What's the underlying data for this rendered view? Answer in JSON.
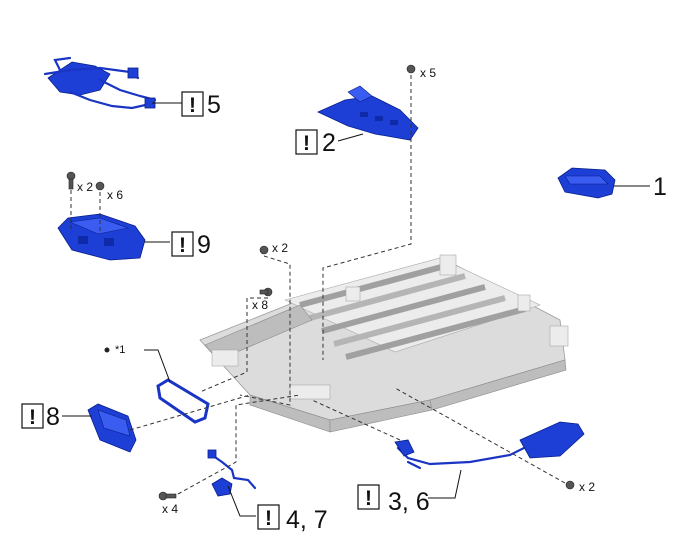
{
  "callouts": {
    "c1": "1",
    "c2": "2",
    "c36": "3, 6",
    "c47": "4, 7",
    "c5": "5",
    "c8": "8",
    "c9": "9"
  },
  "warning_mark": "!",
  "quantities": {
    "q_top_x5": "x 5",
    "q_left_x2": "x 2",
    "q_left_x6": "x 6",
    "q_center_x2": "x 2",
    "q_center_x8": "x 8",
    "q_bottom_x4": "x 4",
    "q_right_x2": "x 2"
  },
  "note_label": "*1",
  "colors": {
    "part_blue": "#1d3fd6",
    "housing_grey": "#dcdcdc"
  }
}
